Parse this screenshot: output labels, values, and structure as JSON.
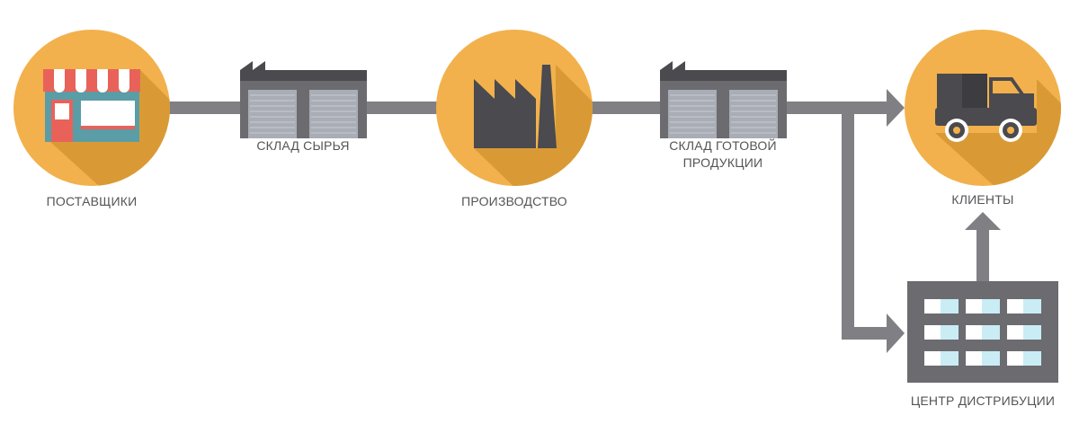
{
  "colors": {
    "circle": "#f2b14c",
    "circle_shadow": "#d99a35",
    "connector": "#7f7f84",
    "dark": "#4a4a4f",
    "warehouse_door": "#a9adb5",
    "warehouse_body": "#6b6b70",
    "awning_red": "#e8625a",
    "shop_teal": "#5a9da6",
    "window_blue": "#c9ecf5",
    "label": "#555559"
  },
  "nodes": {
    "suppliers": {
      "label": "ПОСТАВЩИКИ",
      "icon": "shop-icon"
    },
    "raw_warehouse": {
      "label": "СКЛАД СЫРЬЯ",
      "icon": "warehouse-icon"
    },
    "production": {
      "label": "ПРОИЗВОДСТВО",
      "icon": "factory-icon"
    },
    "finished_warehouse": {
      "label_lines": [
        "СКЛАД ГОТОВОЙ",
        "ПРОДУКЦИИ"
      ],
      "icon": "warehouse-icon"
    },
    "clients": {
      "label": "КЛИЕНТЫ",
      "icon": "truck-icon"
    },
    "distribution_center": {
      "label": "ЦЕНТР ДИСТРИБУЦИИ",
      "icon": "office-building-icon"
    }
  },
  "edges": [
    {
      "from": "suppliers",
      "to": "raw_warehouse"
    },
    {
      "from": "raw_warehouse",
      "to": "production"
    },
    {
      "from": "production",
      "to": "finished_warehouse"
    },
    {
      "from": "finished_warehouse",
      "to": "clients"
    },
    {
      "from": "finished_warehouse",
      "to": "distribution_center"
    },
    {
      "from": "distribution_center",
      "to": "clients"
    }
  ]
}
